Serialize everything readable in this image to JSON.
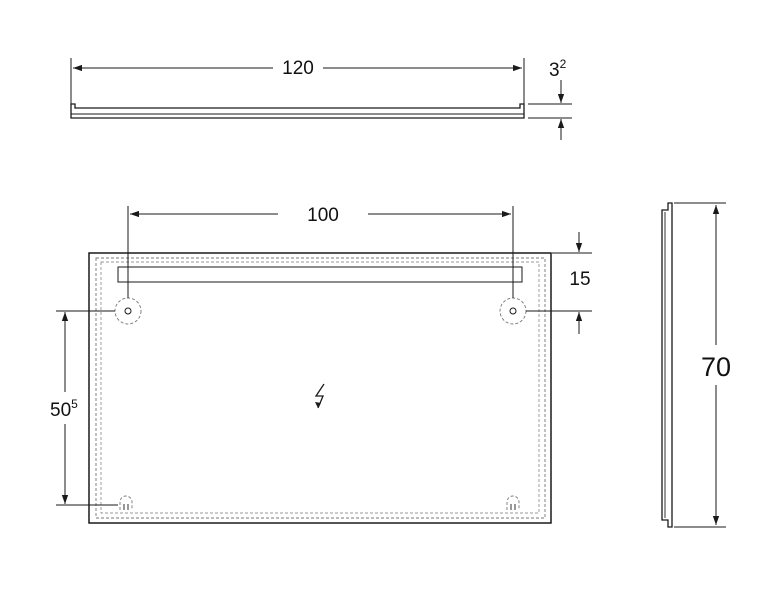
{
  "dimensions": {
    "top_width": "120",
    "thickness_main": "3",
    "thickness_sup": "2",
    "inner_width": "100",
    "top_offset": "15",
    "height": "70",
    "vertical_main": "50",
    "vertical_sup": "5"
  },
  "symbols": {
    "electrical": "electrical-bolt-icon"
  },
  "colors": {
    "line": "#1a1a1a",
    "dashed": "#777777",
    "background": "#ffffff"
  }
}
